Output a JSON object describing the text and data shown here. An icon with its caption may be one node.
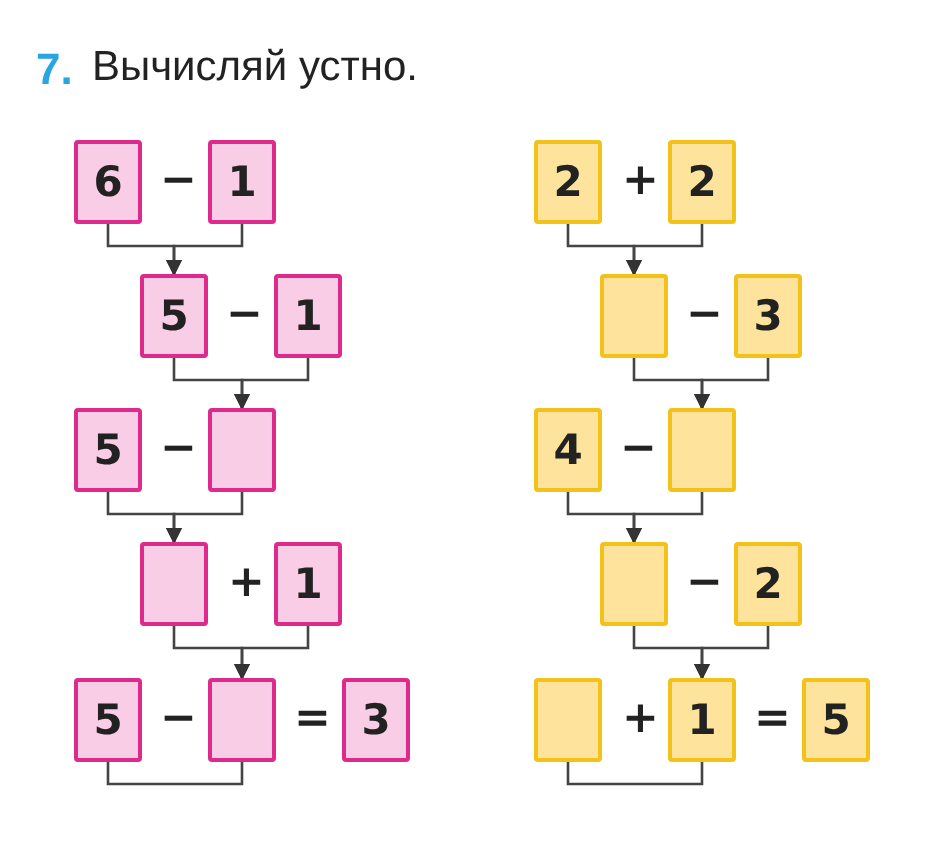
{
  "diagram": {
    "title": "Вычисляй устно.",
    "nodes": [
      {
        "text": [
          "6"
        ]
      },
      {
        "text": [
          "1"
        ]
      },
      {
        "text": [
          "5"
        ]
      },
      {
        "text": [
          "1"
        ]
      },
      {
        "text": [
          "5"
        ]
      },
      {
        "text": [],
        "shape": "box"
      },
      {
        "text": [],
        "shape": "box"
      },
      {
        "text": [
          "1"
        ]
      },
      {
        "text": [
          "5"
        ]
      },
      {
        "text": [],
        "shape": "box"
      },
      {
        "text": [
          "3"
        ]
      },
      {
        "text": [
          "2"
        ]
      },
      {
        "text": [
          "2"
        ]
      },
      {
        "text": [],
        "shape": "box"
      },
      {
        "text": [
          "3"
        ]
      },
      {
        "text": [
          "4"
        ]
      },
      {
        "text": [],
        "shape": "box"
      },
      {
        "text": [],
        "shape": "box"
      },
      {
        "text": [
          "2"
        ]
      },
      {
        "text": [],
        "shape": "box"
      },
      {
        "text": [
          "1"
        ]
      },
      {
        "text": [
          "5"
        ]
      }
    ],
    "edges": [
      {
        "from": 0,
        "to": 2,
        "arrow": "to"
      },
      {
        "from": 1,
        "to": 2,
        "arrow": "to"
      },
      {
        "from": 2,
        "to": 5,
        "arrow": "to"
      },
      {
        "from": 3,
        "to": 5,
        "arrow": "to"
      },
      {
        "from": 4,
        "to": 6,
        "arrow": "to"
      },
      {
        "from": 5,
        "to": 6,
        "arrow": "to"
      },
      {
        "from": 6,
        "to": 9,
        "arrow": "to"
      },
      {
        "from": 7,
        "to": 9,
        "arrow": "to"
      },
      {
        "from": 8,
        "to": 9,
        "arrow": "none"
      },
      {
        "from": 11,
        "to": 13,
        "arrow": "to"
      },
      {
        "from": 12,
        "to": 13,
        "arrow": "to"
      },
      {
        "from": 13,
        "to": 16,
        "arrow": "to"
      },
      {
        "from": 14,
        "to": 16,
        "arrow": "to"
      },
      {
        "from": 15,
        "to": 17,
        "arrow": "to"
      },
      {
        "from": 16,
        "to": 17,
        "arrow": "to"
      },
      {
        "from": 17,
        "to": 20,
        "arrow": "to"
      },
      {
        "from": 18,
        "to": 20,
        "arrow": "to"
      },
      {
        "from": 19,
        "to": 20,
        "arrow": "none"
      }
    ],
    "labels": [
      "7.",
      "−",
      "−",
      "−",
      "+",
      "−",
      "=",
      "+",
      "−",
      "−",
      "−",
      "+",
      "="
    ]
  }
}
